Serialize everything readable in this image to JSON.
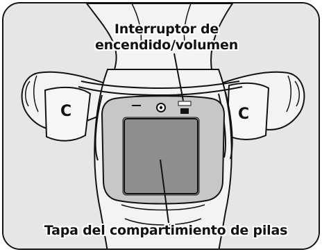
{
  "labels": {
    "switch_line1": "Interruptor de",
    "switch_line2": "encendido/volumen",
    "battery_cover": "Tapa del compartimiento de pilas"
  },
  "colors": {
    "line": "#111111",
    "background": "#e8e8e8",
    "body_fill": "#f4f4f4",
    "device_fill": "#c9c9c9",
    "screen_fill": "#8e8e8e"
  },
  "icons": {
    "switch": "power-volume-switch-icon",
    "camera": "camera-lens-icon"
  }
}
